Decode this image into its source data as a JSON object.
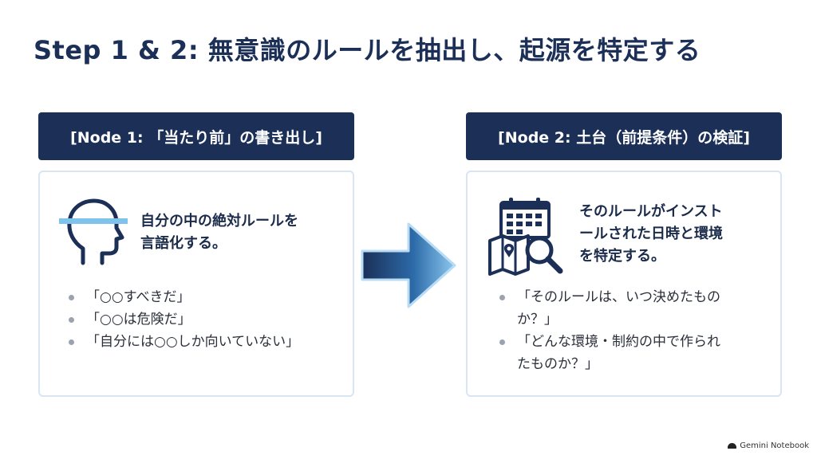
{
  "title": "Step 1 & 2: 無意識のルールを抽出し、起源を特定する",
  "node1": {
    "header": "[Node 1: 「当たり前」の書き出し]",
    "icon": "head-profile-icon",
    "lead_line1": "自分の中の絶対ルールを",
    "lead_line2": "言語化する。",
    "bullets": [
      "「○○すべきだ」",
      "「○○は危険だ」",
      "「自分には○○しか向いていない」"
    ]
  },
  "node2": {
    "header": "[Node 2: 土台（前提条件）の検証]",
    "icon": "calendar-map-magnifier-icon",
    "lead_line1": "そのルールがインスト",
    "lead_line2": "ールされた日時と環境",
    "lead_line3": "を特定する。",
    "bullet1_line1": "「そのルールは、いつ決めたもの",
    "bullet1_line2": "か？」",
    "bullet2_line1": "「どんな環境・制約の中で作られ",
    "bullet2_line2": "たものか？」"
  },
  "footer": {
    "label": "Gemini Notebook"
  },
  "colors": {
    "navy": "#1b2f57",
    "card_border": "#d9e5f3",
    "accent_blue": "#6fb7e8"
  }
}
